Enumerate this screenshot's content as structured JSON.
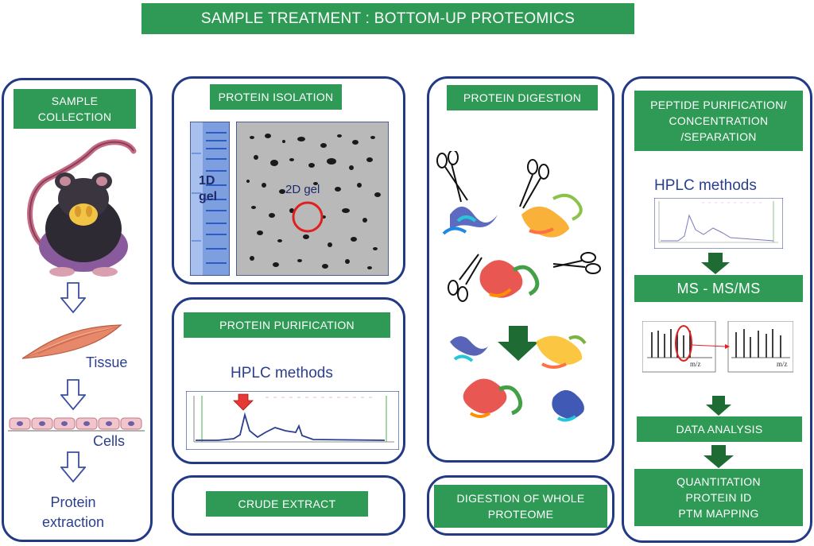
{
  "title": "SAMPLE TREATMENT : BOTTOM-UP PROTEOMICS",
  "col1": {
    "header": "SAMPLE\nCOLLECTION",
    "tissue_label": "Tissue",
    "cells_label": "Cells",
    "extraction_label": "Protein\nextraction"
  },
  "col2": {
    "isolation_header": "PROTEIN ISOLATION",
    "gel1d_label": "1D\ngel",
    "gel2d_label": "2D gel",
    "purification_header": "PROTEIN PURIFICATION",
    "hplc_label": "HPLC methods",
    "crude_label": "CRUDE EXTRACT"
  },
  "col3": {
    "digestion_header": "PROTEIN DIGESTION",
    "whole_label": "DIGESTION OF WHOLE\nPROTEOME"
  },
  "col4": {
    "header": "PEPTIDE PURIFICATION/\nCONCENTRATION\n/SEPARATION",
    "hplc_label": "HPLC methods",
    "ms_label": "MS - MS/MS",
    "mz_axis_1": "m/z",
    "mz_axis_2": "m/z",
    "analysis_label": "DATA ANALYSIS",
    "result_label": "QUANTITATION\nPROTEIN ID\nPTM MAPPING"
  },
  "colors": {
    "green": "#2f9a55",
    "navy": "#223a86",
    "dark_green_arrow": "#1e6b33",
    "highlight_red": "#e02020"
  },
  "icons": [
    "rat-icon",
    "muscle-icon",
    "cells-icon",
    "scissors-icon",
    "protein-structure-icon",
    "chromatogram-icon",
    "mass-spectrum-icon",
    "down-arrow-icon"
  ]
}
